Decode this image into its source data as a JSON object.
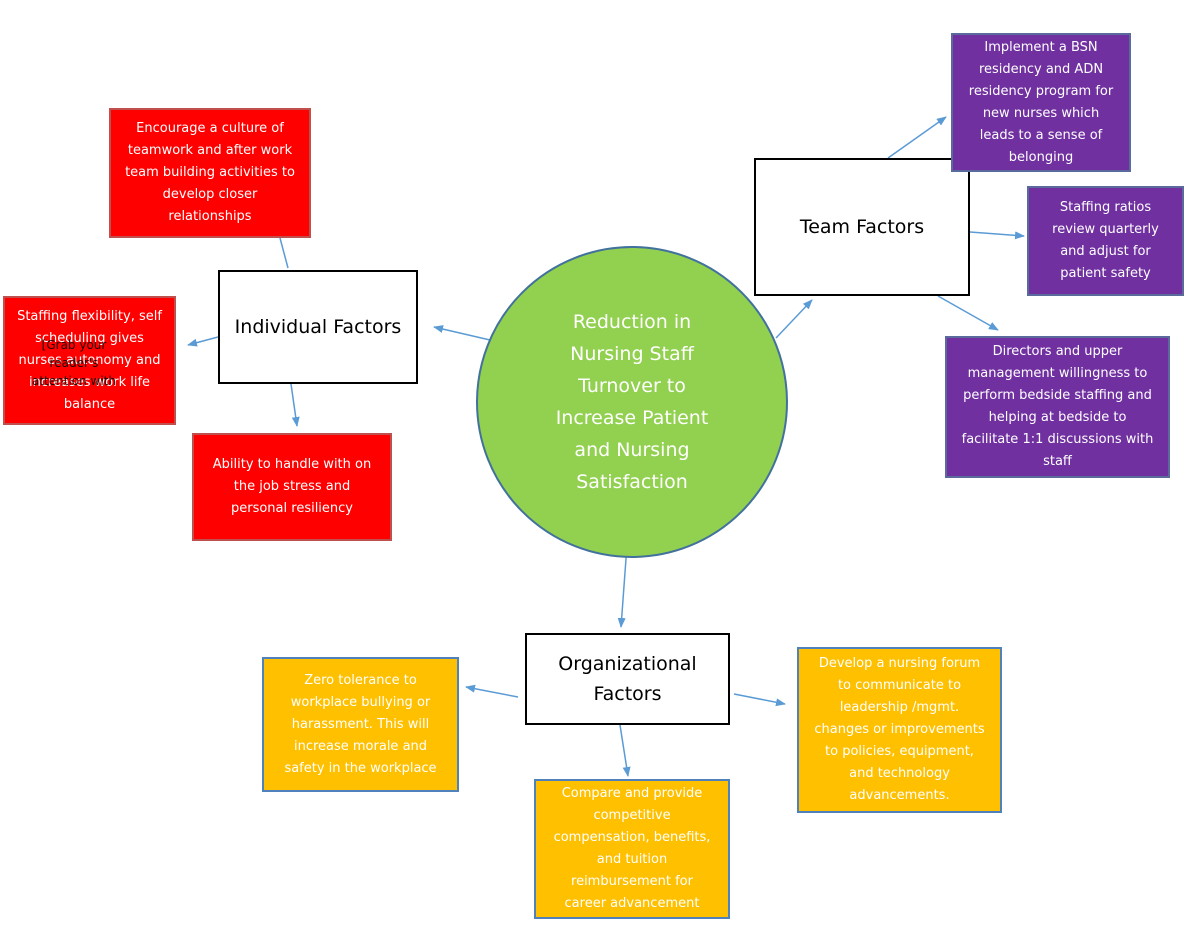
{
  "diagram": {
    "center": {
      "text": "Reduction in\nNursing Staff\nTurnover to\nIncrease Patient\nand Nursing\nSatisfaction"
    },
    "factors": {
      "individual": "Individual Factors",
      "team": "Team Factors",
      "organizational": "Organizational\nFactors"
    },
    "individual_items": {
      "teamwork": "Encourage a culture of\nteamwork and after work\nteam building activities to\ndevelop closer\nrelationships",
      "staffing_flexibility": "Staffing flexibility, self\nscheduling gives\nnurses autonomy and\nincreases work life\nbalance",
      "stress": "Ability to handle with on\nthe job stress and\npersonal resiliency"
    },
    "overlap_note": "[Grab your\nreader's\nattention with",
    "team_items": {
      "residency": "Implement a BSN\nresidency and ADN\nresidency program for\nnew nurses which\nleads to a sense of\nbelonging",
      "ratios": "Staffing ratios\nreview quarterly\nand adjust for\npatient safety",
      "directors": "Directors and upper\nmanagement willingness to\nperform bedside staffing and\nhelping at bedside to\nfacilitate 1:1 discussions with\nstaff"
    },
    "organizational_items": {
      "zero_tolerance": "Zero tolerance to\nworkplace bullying or\nharassment. This will\nincrease morale and\nsafety in the workplace",
      "compensation": "Compare and provide\ncompetitive\ncompensation, benefits,\nand tuition\nreimbursement for\ncareer advancement",
      "forum": "Develop a nursing forum\nto communicate to\nleadership /mgmt.\nchanges or improvements\nto policies, equipment,\nand technology\nadvancements."
    },
    "colors": {
      "center_fill": "#92d050",
      "individual_fill": "#ff0000",
      "team_fill": "#7030a0",
      "organizational_fill": "#ffc000",
      "connector": "#5b9bd5"
    }
  }
}
